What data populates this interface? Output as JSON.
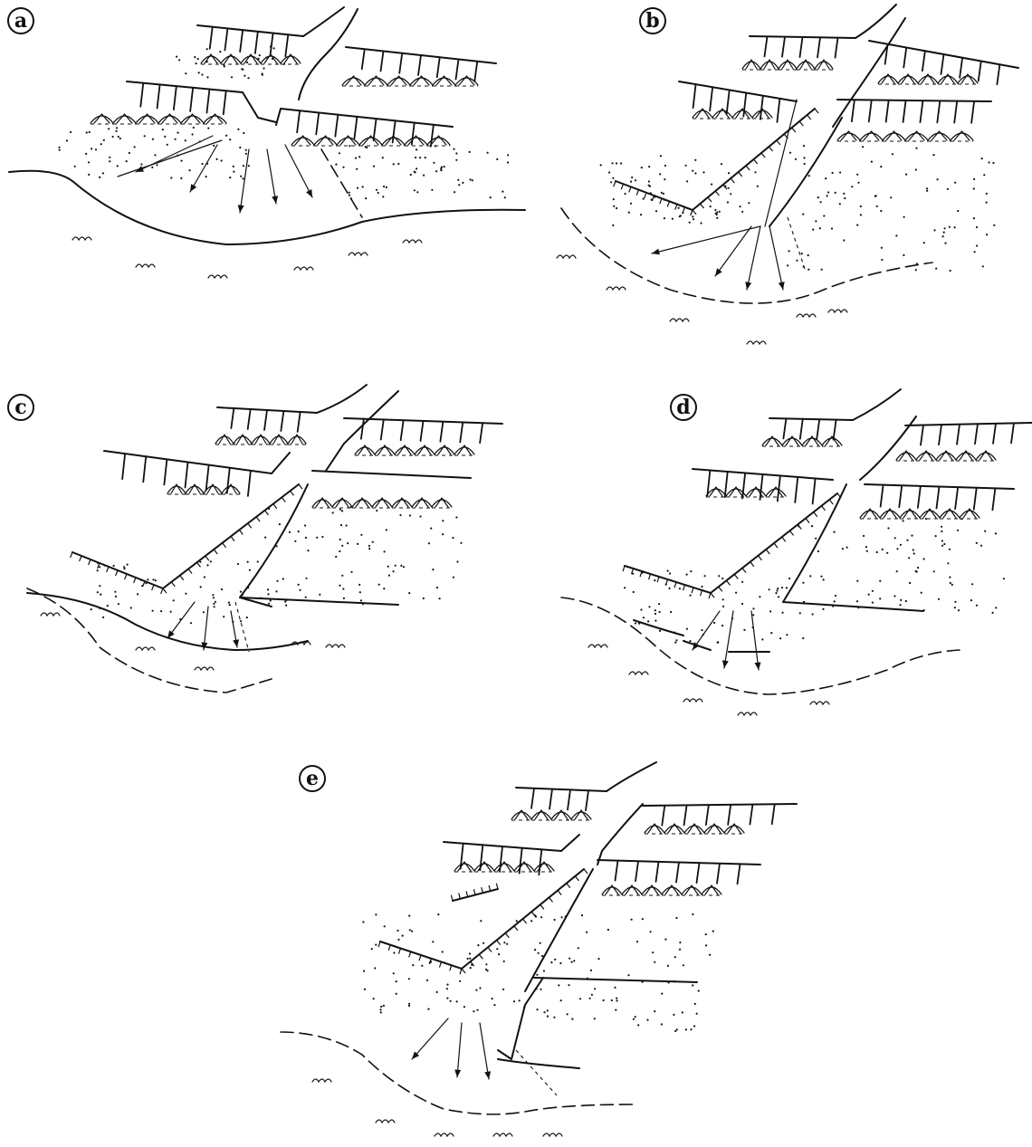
{
  "panels": [
    {
      "id": "a",
      "label": "a"
    },
    {
      "id": "b",
      "label": "b"
    },
    {
      "id": "c",
      "label": "c"
    },
    {
      "id": "d",
      "label": "d"
    },
    {
      "id": "e",
      "label": "e"
    }
  ]
}
